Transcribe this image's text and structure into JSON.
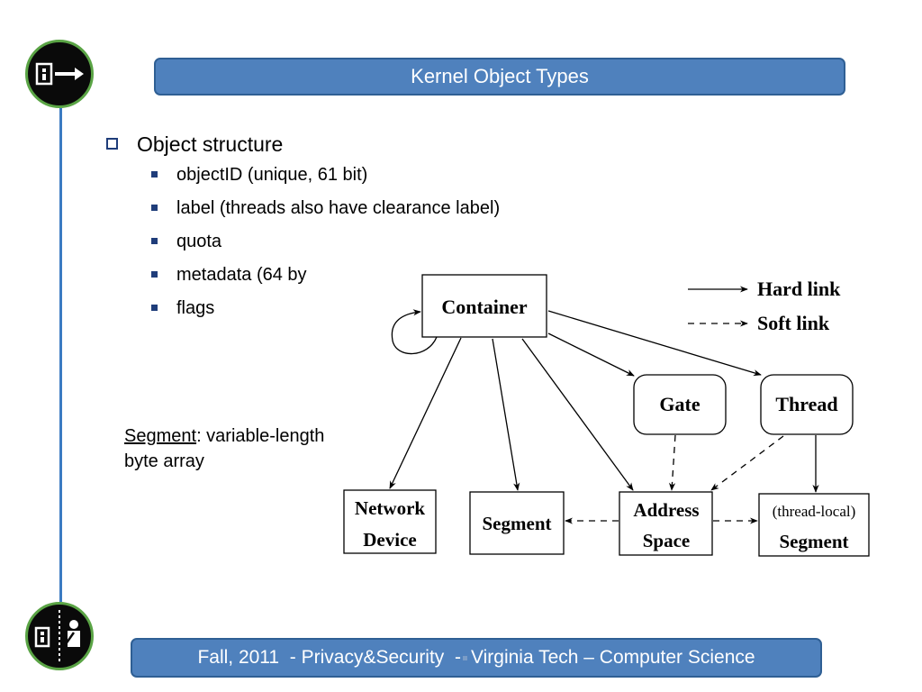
{
  "title": "Kernel Object Types",
  "bullets": {
    "heading": "Object structure",
    "items": [
      "objectID (unique, 61 bit)",
      "label (threads also have clearance label)",
      "quota",
      "metadata (64 by",
      "flags"
    ]
  },
  "segment_note": {
    "term": "Segment",
    "rest": ": variable-length",
    "line2": "byte array"
  },
  "diagram": {
    "nodes": {
      "container": "Container",
      "gate": "Gate",
      "thread": "Thread",
      "network_line1": "Network",
      "network_line2": "Device",
      "segment": "Segment",
      "address_line1": "Address",
      "address_line2": "Space",
      "tl_line1": "(thread-local)",
      "tl_line2": "Segment"
    },
    "legend": {
      "hard": "Hard link",
      "soft": "Soft link"
    }
  },
  "footer": {
    "left": "Fall, 2011  - Privacy&Security  -",
    "right": "Virginia Tech – Computer Science"
  },
  "colors": {
    "bar": "#4f81bd",
    "line": "#3b7bc2",
    "logo_ring": "#5aa445"
  }
}
